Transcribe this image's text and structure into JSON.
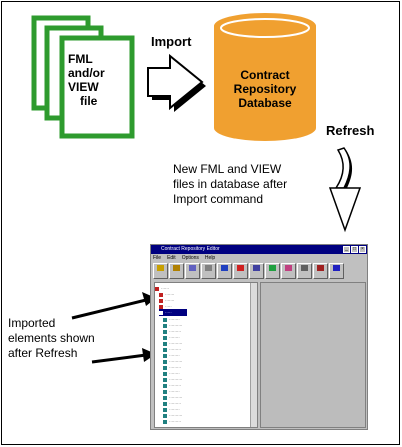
{
  "labels": {
    "file_stack": [
      "FML",
      "and/or",
      "VIEW",
      "file"
    ],
    "import": "Import",
    "database": [
      "Contract",
      "Repository",
      "Database"
    ],
    "refresh": "Refresh",
    "note": [
      "New FML and VIEW",
      "files in database after",
      "Import command"
    ],
    "callout": [
      "Imported",
      "elements  shown",
      "after Refresh"
    ]
  },
  "colors": {
    "file_border": "#2e9b2e",
    "database_fill": "#f0a030",
    "window_title": "#000080"
  },
  "screenshot": {
    "window_title": "Contract Repository Editor",
    "menu": [
      "File",
      "Edit",
      "Options",
      "Help"
    ],
    "toolbar_icons": [
      "open-icon",
      "import-icon",
      "export-icon",
      "browse-icon",
      "add-icon",
      "delete-icon",
      "cut-icon",
      "copy-icon",
      "paste-icon",
      "compile-icon",
      "settings-icon",
      "help-icon"
    ]
  }
}
